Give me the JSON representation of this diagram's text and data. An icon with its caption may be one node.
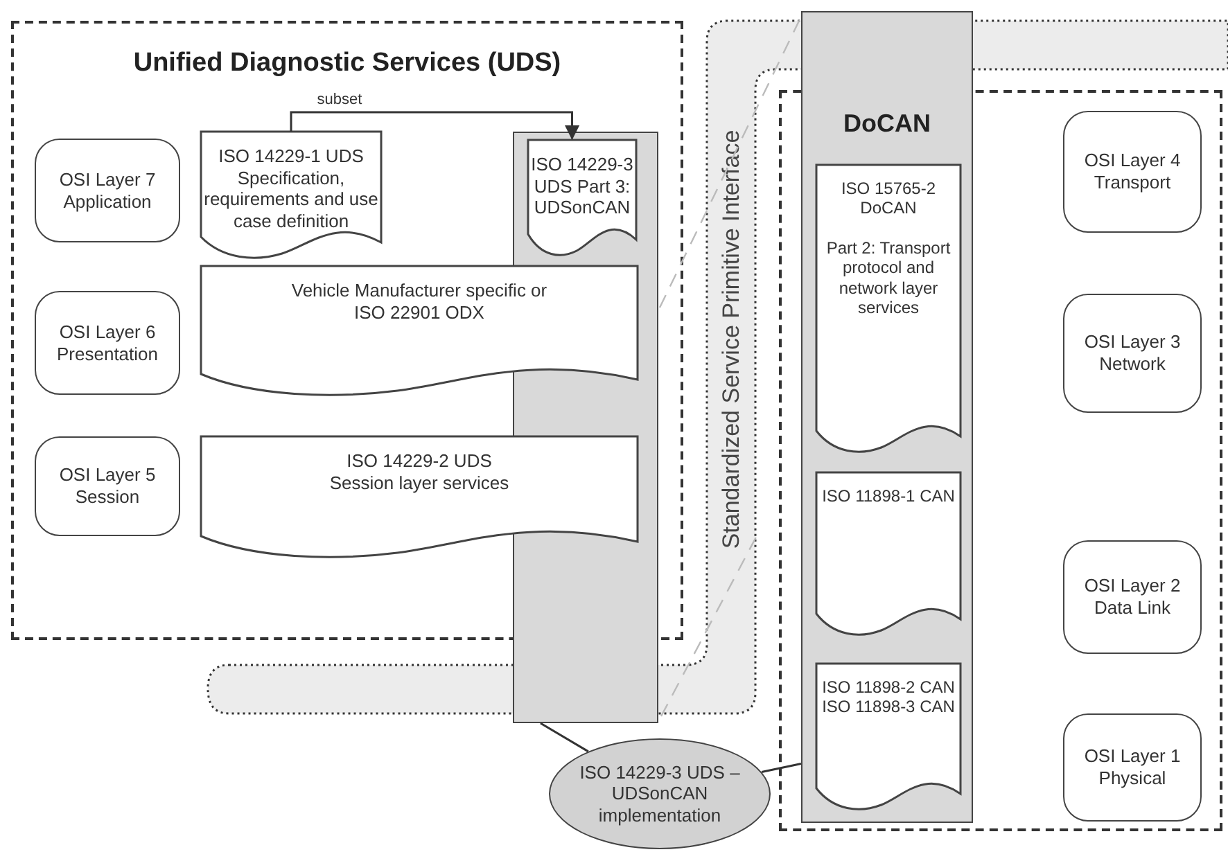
{
  "diagram": {
    "nodes": [
      {
        "text": [
          "Unified Diagnostic Services (UDS)"
        ]
      },
      {
        "text": [
          "OSI Layer 7 Application"
        ],
        "in": 0
      },
      {
        "text": [
          "ISO 14229-1 UDS Specification, requirements and use case definition"
        ],
        "in": 0
      },
      {
        "text": [],
        "shape": "box"
      },
      {
        "text": [
          "ISO 14229-3 UDS Part 3: UDSonCAN"
        ],
        "in": 3
      },
      {
        "text": [
          "OSI Layer 6 Presentation"
        ],
        "in": 0
      },
      {
        "text": [
          "Vehicle Manufacturer specific or ISO 22901 ODX"
        ],
        "in": 0
      },
      {
        "text": [
          "OSI Layer 5 Session"
        ],
        "in": 0
      },
      {
        "text": [
          "ISO 14229-2 UDS Session layer services"
        ],
        "in": 0
      },
      {
        "text": [],
        "shape": "box"
      },
      {
        "text": [
          "DoCAN"
        ]
      },
      {
        "text": [
          "ISO 15765-2 DoCAN",
          "Part 2: Transport protocol and network layer services"
        ],
        "in": 10
      },
      {
        "text": [
          "ISO 11898-1 CAN"
        ],
        "in": 10
      },
      {
        "text": [
          "ISO 11898-2 CAN ISO 11898-3 CAN"
        ],
        "in": 10
      },
      {
        "text": [
          "OSI Layer 4 Transport"
        ],
        "in": 9
      },
      {
        "text": [
          "OSI Layer 3 Network"
        ],
        "in": 9
      },
      {
        "text": [
          "OSI Layer 2 Data Link"
        ],
        "in": 9
      },
      {
        "text": [
          "OSI Layer 1 Physical"
        ],
        "in": 9
      },
      {
        "text": [
          "ISO 14229-3 UDS – UDSonCAN implementation"
        ]
      }
    ],
    "edges": [
      {
        "from": 2,
        "to": 4,
        "arrow": "to",
        "label": "subset"
      },
      {
        "from": 18,
        "to": 3,
        "arrow": "none"
      },
      {
        "from": 18,
        "to": 10,
        "arrow": "none"
      }
    ],
    "labels": [
      "Standardized Service Primitive Interface"
    ]
  }
}
